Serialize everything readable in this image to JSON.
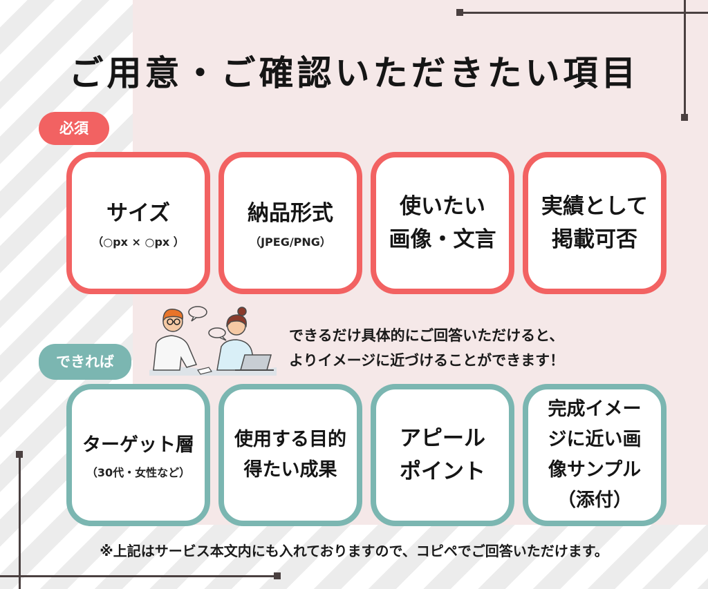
{
  "title": "ご用意・ご確認いただきたい項目",
  "required": {
    "label": "必須",
    "cards": [
      {
        "main": "サイズ",
        "sub": "（○px × ○px ）"
      },
      {
        "main": "納品形式",
        "sub": "（JPEG/PNG）"
      },
      {
        "main": "使いたい\n画像・文言"
      },
      {
        "main": "実績として\n掲載可否"
      }
    ]
  },
  "optional": {
    "label": "できれば",
    "cards": [
      {
        "main": "ターゲット層",
        "sub": "（30代・女性など）"
      },
      {
        "main": "使用する目的\n得たい成果"
      },
      {
        "main": "アピール\nポイント"
      },
      {
        "main": "完成イメー\nジに近い画\n像サンプル\n（添付）"
      }
    ]
  },
  "message": "できるだけ具体的にご回答いただけると、\nよりイメージに近づけることができます！",
  "footer_note": "※上記はサービス本文内にも入れておりますので、コピペでご回答いただけます。",
  "colors": {
    "required_accent": "#f26262",
    "optional_accent": "#7bb6b1",
    "panel_background": "#f5e8e8"
  }
}
